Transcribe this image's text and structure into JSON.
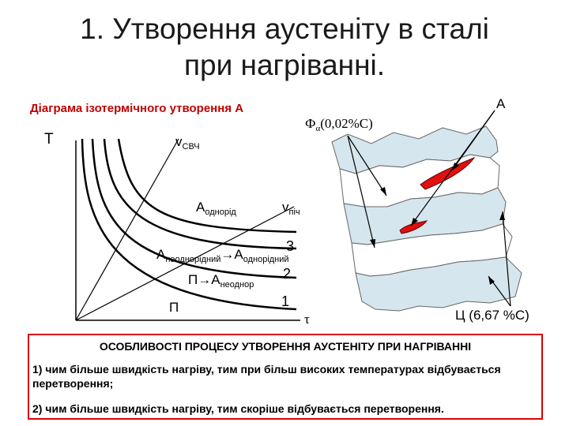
{
  "title_line1": "1. Утворення аустеніту в сталі",
  "title_line2": "при нагріванні.",
  "diagram_caption": "Діаграма ізотермічного утворення А",
  "axis_t": "Т",
  "axis_tau": "τ",
  "labels": {
    "v_svch_main": "v",
    "v_svch_sub": "СВЧ",
    "a_odnorid_main": "А",
    "a_odnorid_sub": "однорід",
    "v_pich_main": "v",
    "v_pich_sub": "піч",
    "curve3": "3",
    "curve2": "2",
    "curve1": "1",
    "a_neodn_main": "А",
    "a_neodn_sub": "неоднорідний",
    "arrow1": "→",
    "a_odn2_main": "А",
    "a_odn2_sub": "однорідний",
    "p_to_a_main": "П→А",
    "p_to_a_sub": "неоднор",
    "p_label": "П"
  },
  "micro": {
    "phi_main": "Ф",
    "phi_sub": "α",
    "phi_rest": "(0,02%С)",
    "a_label": "А",
    "c_label": "Ц (6,67 %С)"
  },
  "colors": {
    "accent_red": "#e00000",
    "phase_blue": "#d6e6ee",
    "phase_red": "#e01010"
  },
  "box": {
    "heading": "ОСОБЛИВОСТІ ПРОЦЕСУ УТВОРЕННЯ АУСТЕНІТУ ПРИ НАГРІВАННІ",
    "item1": "1)  чим більше швидкість нагріву, тим при більш високих температурах відбувається перетворення;",
    "item2": "2) чим більше швидкість нагріву, тим скоріше відбувається перетворення."
  }
}
